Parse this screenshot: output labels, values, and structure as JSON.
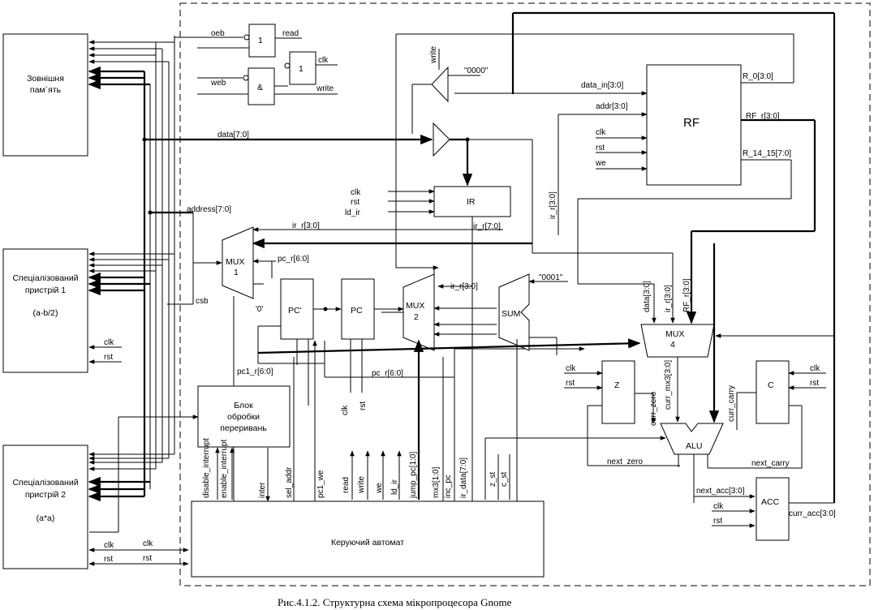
{
  "caption": "Рис.4.1.2. Структурна схема мікропроцесора Gnome",
  "blocks": {
    "ext_mem": [
      "Зовнішня",
      "пам`ять"
    ],
    "dev1": [
      "Спеціалізований",
      "пристрій 1",
      "(a-b/2)"
    ],
    "dev2": [
      "Спеціалізований",
      "пристрій 2",
      "(a*a)"
    ],
    "interrupt": [
      "Блок",
      "обробки",
      "переривань"
    ],
    "controller": "Керуючий автомат",
    "rf": "RF",
    "ir": "IR",
    "mux1": [
      "MUX",
      "1"
    ],
    "mux2": [
      "MUX",
      "2"
    ],
    "mux4": [
      "MUX",
      "4"
    ],
    "pc_prime": "PC'",
    "pc": "PC",
    "sum": "SUM",
    "z": "Z",
    "c": "C",
    "alu": "ALU",
    "acc": "ACC",
    "gate_or1": "1",
    "gate_and": "&",
    "gate_or2": "1"
  },
  "signals": {
    "oeb": "oeb",
    "web": "web",
    "read": "read",
    "write": "write",
    "clk": "clk",
    "rst": "rst",
    "data": "data[7:0]",
    "address": "address[7:0]",
    "csb": "csb",
    "c0000": "\"0000\"",
    "c0001": "\"0001\"",
    "zero": "'0'",
    "data_in": "data_in[3:0]",
    "addr": "addr[3:0]",
    "we": "we",
    "ld_ir": "ld_ir",
    "r0": "R_0[3:0]",
    "rf_r": "RF_r[3:0]",
    "r1415": "R_14_15[7:0]",
    "ir_r30": "ir_r[3:0]",
    "ir_r70": "ir_r[7:0]",
    "pc_r": "pc_r[6:0]",
    "pc1_r": "pc1_r[6:0]",
    "data30": "data[3:0]",
    "ir_r_short": "ir_r[3:0]",
    "rf_r_short": "RF_r[3:0]",
    "curr_zero": "curr_zero",
    "curr_mx3": "curr_mx3[3:0]",
    "curr_carry": "curr_carry",
    "next_zero": "next_zero",
    "next_carry": "next_carry",
    "next_acc": "next_acc[3:0]",
    "curr_acc": "curr_acc[3:0]",
    "disable_interrupt": "disable_interrupt",
    "enable_interrupt": "enable_interrupt",
    "inter": "inter",
    "sel_addr": "sel_addr",
    "pc1_we": "pc1_we",
    "jump_pc": "jump_pc[1:0]",
    "mx3": "mx3[1:0]",
    "inc_pc": "inc_pc",
    "ir_data": "ir_data[7:0]",
    "z_st": "z_st",
    "c_st": "c_st"
  }
}
